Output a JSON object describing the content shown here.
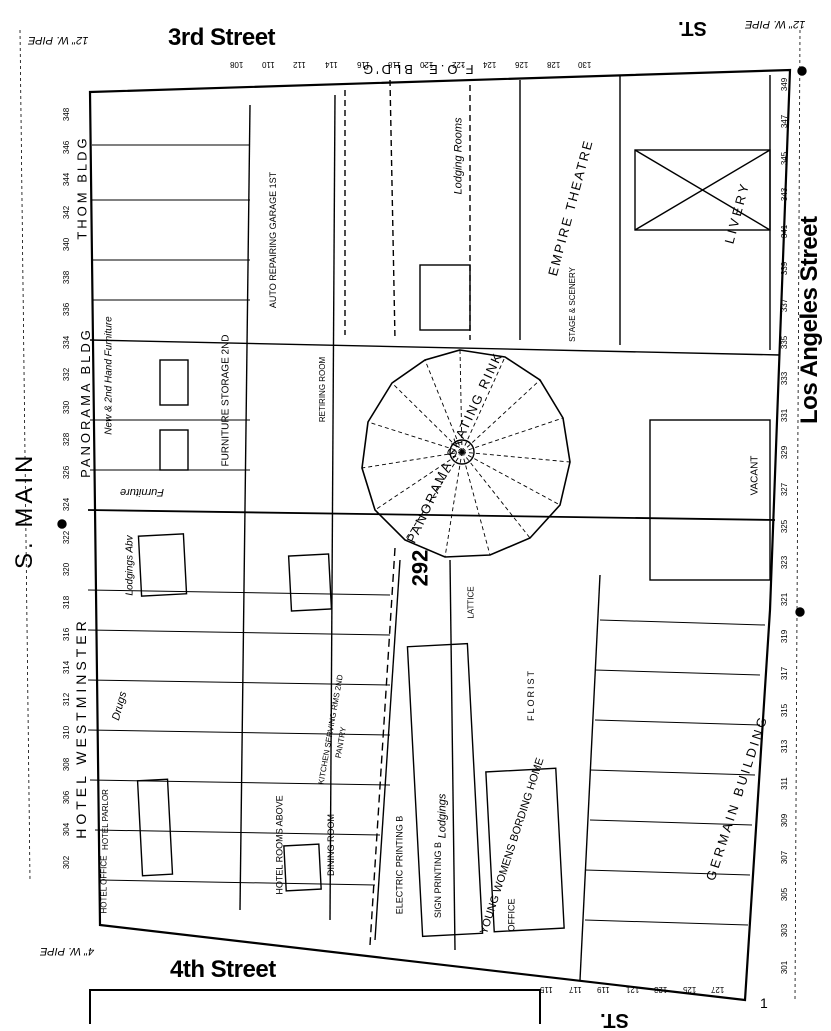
{
  "streets": {
    "north": "3rd Street",
    "south": "4th Street",
    "east": "Los Angeles Street",
    "west": "S. MAIN"
  },
  "corner_text": {
    "top_right_st": "ST.",
    "bottom_st": "ST."
  },
  "block_number": "292",
  "buildings": {
    "thom_bldg": "THOM BLDG",
    "panorama_bldg": "PANORAMA BLDG",
    "foe_bldg": "F.O.E. BLD'G",
    "hotel_westminster": "HOTEL WESTMINSTER",
    "germain_building": "GERMAIN BUILDING",
    "panorama_skating_rink": "PANORAMA SKATING RINK",
    "empire_theatre": "EMPIRE THEATRE",
    "livery": "LIVERY",
    "young_womens": "YOUNG WOMENS BORDING HOME",
    "furniture_storage": "FURNITURE STORAGE 2ND",
    "furniture": "Furniture",
    "new_2nd_hand": "New & 2nd Hand Furniture",
    "auto_repairing": "AUTO REPAIRING GARAGE 1ST",
    "lodging_rooms": "Lodging Rooms",
    "hotel_rooms_above": "HOTEL ROOMS ABOVE",
    "dining_room": "DINING ROOM",
    "electric_printing": "ELECTRIC PRINTING B",
    "sign_printing": "SIGN PRINTING B",
    "lodgings": "Lodgings",
    "lodgings_above": "Lodgings Abv",
    "florist": "FLORIST",
    "office": "OFFICE",
    "hotel_parlor": "HOTEL PARLOR",
    "hotel_office": "HOTEL OFFICE",
    "drugs": "Drugs",
    "retiring_room": "RETIRING ROOM",
    "kitchen": "KITCHEN SERVING RMS 2ND",
    "pantry": "PANTRY",
    "vacant": "VACANT",
    "lattice": "LATTICE",
    "stage": "STAGE & SCENERY"
  },
  "pipes": {
    "top_left": "12\" W. PIPE",
    "top_right": "12\" W. PIPE",
    "bottom_left": "4\" W. PIPE"
  },
  "addresses_main": [
    "302",
    "304",
    "306",
    "308",
    "310",
    "312",
    "314",
    "316",
    "318",
    "320",
    "322",
    "324",
    "326",
    "328",
    "330",
    "332",
    "334",
    "336",
    "338",
    "340",
    "342",
    "344",
    "346",
    "348"
  ],
  "addresses_3rd": [
    "108",
    "110",
    "112",
    "114",
    "116",
    "118",
    "120",
    "122",
    "124",
    "126",
    "128",
    "130"
  ],
  "addresses_la": [
    "301",
    "303",
    "305",
    "307",
    "309",
    "311",
    "313",
    "315",
    "317",
    "319",
    "321",
    "323",
    "325",
    "327",
    "329",
    "331",
    "333",
    "335",
    "337",
    "339",
    "341",
    "343",
    "345",
    "347",
    "349"
  ],
  "addresses_4th": [
    "115",
    "117",
    "119",
    "121",
    "123",
    "125",
    "127"
  ],
  "bottom_number": "1"
}
